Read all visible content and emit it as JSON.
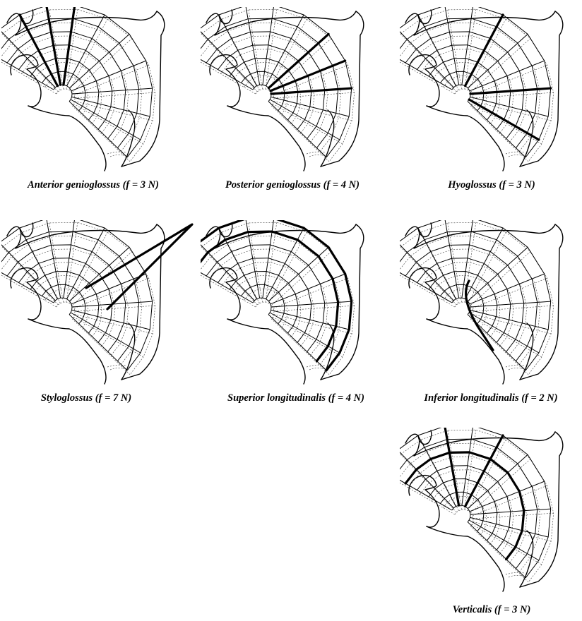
{
  "figure": {
    "panels": [
      {
        "id": "anterior-genioglossus",
        "caption": "Anterior genioglossus (f = 3 N)"
      },
      {
        "id": "posterior-genioglossus",
        "caption": "Posterior genioglossus (f = 4 N)"
      },
      {
        "id": "hyoglossus",
        "caption": "Hyoglossus (f = 3 N)"
      },
      {
        "id": "styloglossus",
        "caption": "Styloglossus (f = 7 N)"
      },
      {
        "id": "superior-longitudinalis",
        "caption": "Superior longitudinalis (f = 4 N)"
      },
      {
        "id": "inferior-longitudinalis",
        "caption": "Inferior longitudinalis (f = 2 N)"
      },
      {
        "id": "verticalis",
        "caption": "Verticalis (f = 3 N)"
      }
    ]
  }
}
